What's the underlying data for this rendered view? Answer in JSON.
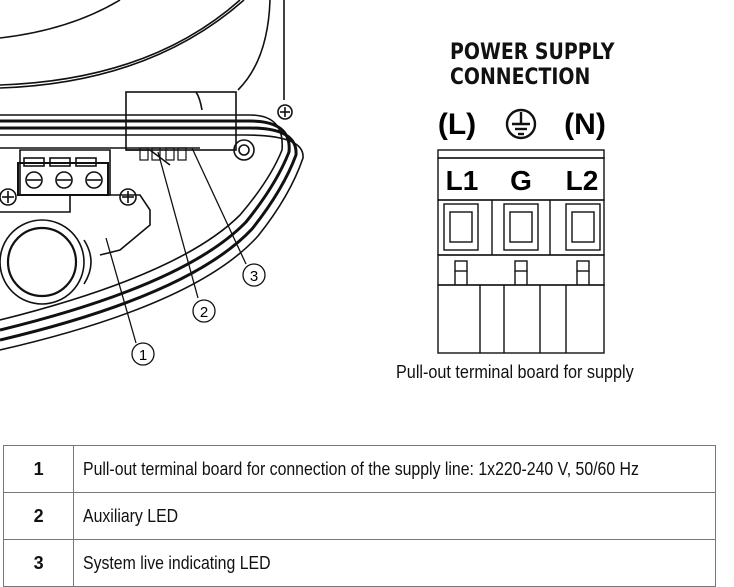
{
  "heading": {
    "line1": "POWER SUPPLY",
    "line2": "CONNECTION"
  },
  "symbols": {
    "live": "(L)",
    "neutral": "(N)"
  },
  "terminals": [
    {
      "label": "L1"
    },
    {
      "label": "G"
    },
    {
      "label": "L2"
    }
  ],
  "callouts": [
    "1",
    "2",
    "3"
  ],
  "caption": "Pull-out terminal board for supply",
  "legend": [
    {
      "num": "1",
      "text": "Pull-out terminal board for connection of the supply line: 1x220-240 V, 50/60 Hz"
    },
    {
      "num": "2",
      "text": "Auxiliary LED"
    },
    {
      "num": "3",
      "text": "System live indicating LED"
    }
  ]
}
